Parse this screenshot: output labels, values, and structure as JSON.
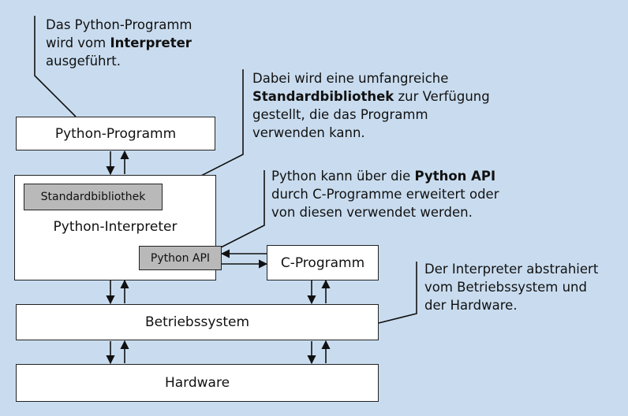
{
  "diagram": {
    "boxes": {
      "python_programm": "Python-Programm",
      "python_interpreter": "Python-Interpreter",
      "standardbibliothek": "Standardbibliothek",
      "python_api": "Python API",
      "c_programm": "C-Programm",
      "betriebssystem": "Betriebssystem",
      "hardware": "Hardware"
    },
    "notes": {
      "note1": {
        "line1": "Das Python-Programm",
        "line2_pre": "wird vom ",
        "line2_bold": "Interpreter",
        "line3": "ausgeführt."
      },
      "note2": {
        "line1": "Dabei wird eine umfangreiche",
        "line2_bold": "Standardbibliothek",
        "line2_post": " zur Verfügung",
        "line3": "gestellt, die das Programm",
        "line4": "verwenden kann."
      },
      "note3": {
        "line1_pre": "Python kann über die ",
        "line1_bold": "Python API",
        "line2": "durch C-Programme erweitert oder",
        "line3": "von diesen verwendet werden."
      },
      "note4": {
        "line1": "Der Interpreter abstrahiert",
        "line2": "vom Betriebssystem und",
        "line3": "der Hardware."
      }
    }
  },
  "colors": {
    "background": "#c9dcef",
    "box_fill": "#ffffff",
    "gray_fill": "#b9b9b9",
    "stroke": "#222222"
  }
}
